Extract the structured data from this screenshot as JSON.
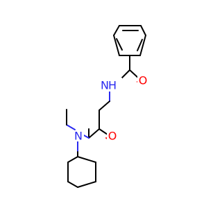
{
  "molecule": {
    "atoms": {
      "amide_n_top": "N",
      "amide_h_top": "H",
      "carbonyl_o_top": "O",
      "amide_n_bottom": "N",
      "carbonyl_o_bottom": "O"
    },
    "colors": {
      "carbon_bond": "#000000",
      "nitrogen": "#2a2af0",
      "oxygen": "#ff0000",
      "background": "#ffffff"
    }
  }
}
